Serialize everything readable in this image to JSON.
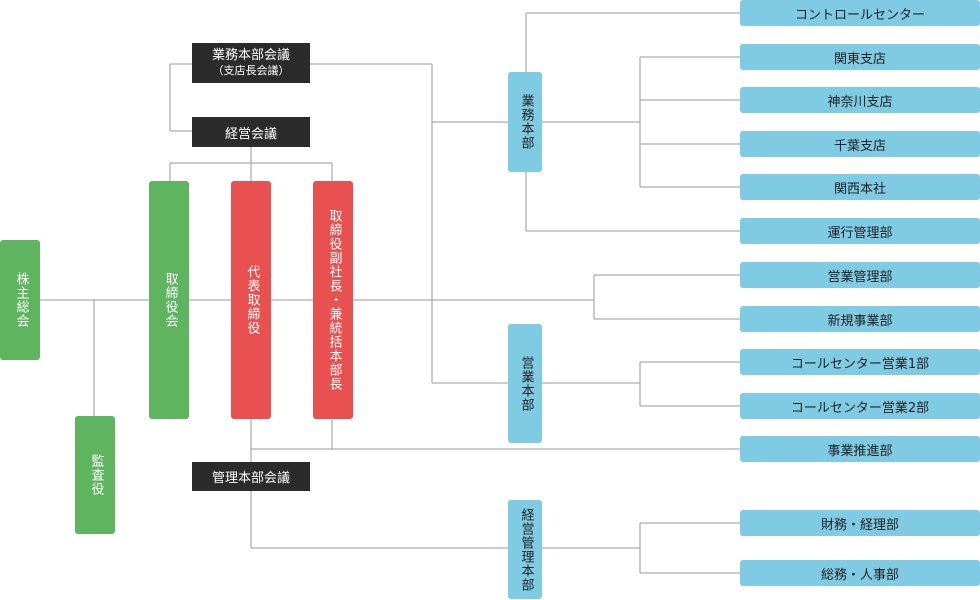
{
  "shareholders": "株主総会",
  "auditor": "監査役",
  "board": "取締役会",
  "representative": "代表取締役",
  "vice_president": "取締役副社長・兼統括本部長",
  "councils": {
    "business_hq": "業務本部会議",
    "business_hq_sub": "（支店長会議）",
    "management": "経営会議",
    "admin_hq": "管理本部会議"
  },
  "divisions": {
    "business": "業務本部",
    "sales": "営業本部",
    "mgmt_admin": "経営管理本部"
  },
  "departments": {
    "control_center": "コントロールセンター",
    "kanto": "関東支店",
    "kanagawa": "神奈川支店",
    "chiba": "千葉支店",
    "kansai": "関西本社",
    "operations": "運行管理部",
    "sales_admin": "営業管理部",
    "new_business": "新規事業部",
    "callcenter1": "コールセンター営業1部",
    "callcenter2": "コールセンター営業2部",
    "business_promotion": "事業推進部",
    "finance": "財務・経理部",
    "general_hr": "総務・人事部"
  }
}
